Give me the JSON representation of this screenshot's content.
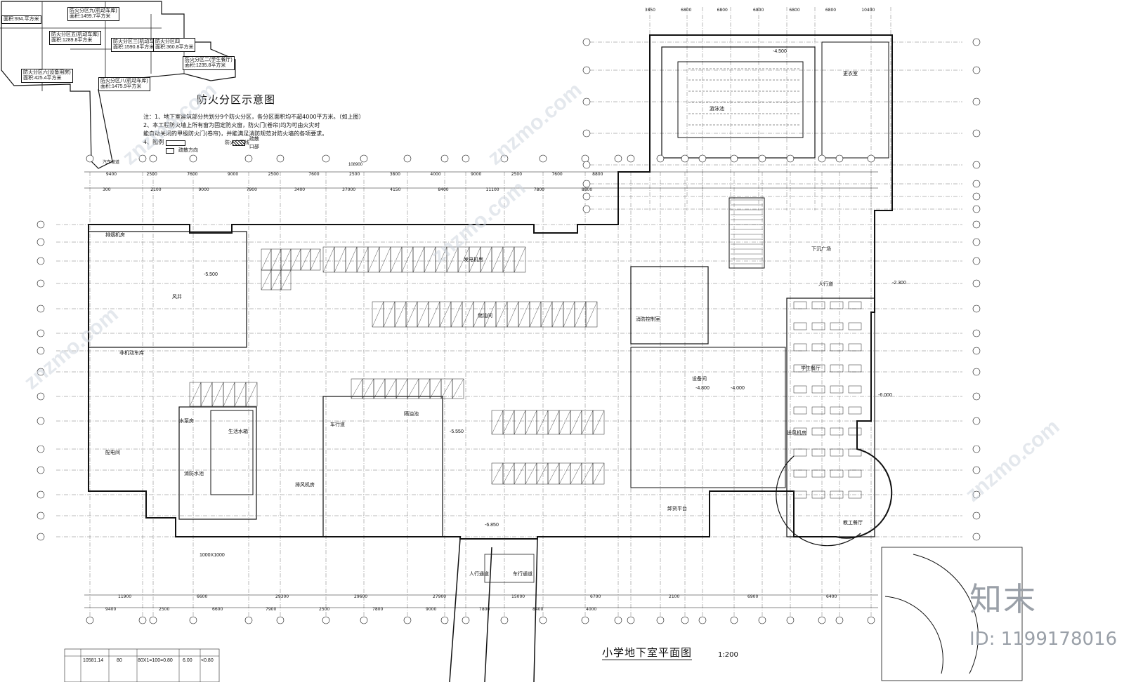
{
  "fire_zone": {
    "title": "防火分区示意图",
    "notes": [
      "注：1、地下室建筑部分共划分9个防火分区，各分区面积均不超4000平方米。（如上图）",
      "2、本工程防火墙上所有窗为固定防火窗，防火门(卷帘)均为可由火灾时",
      "能自动关闭的甲级防火门(卷帘)，并能满足消防规范对防火墙的各项要求。",
      "4、图例"
    ],
    "legend": [
      {
        "label": "防火分区线",
        "style": "box"
      },
      {
        "label": "疏散口部",
        "style": "hatch"
      },
      {
        "label": "疏散方向",
        "style": "arrow"
      }
    ],
    "zones": [
      {
        "label": "防火分区九(机动车库)",
        "area": "面积:1499.7平方米"
      },
      {
        "label": "防火分区五(机动车库)",
        "area": "面积:1289.8平方米"
      },
      {
        "label": "防火分区三(机动车库)",
        "area": "面积:1590.8平方米"
      },
      {
        "label": "防火分区四",
        "area": "面积:360.8平方米"
      },
      {
        "label": "防火分区二(学生餐厅)",
        "area": "面积:1235.8平方米"
      },
      {
        "label": "防火分区六(设备用房)",
        "area": "面积:425.4平方米"
      },
      {
        "label": "防火分区八(机动车库)",
        "area": "面积:1475.9平方米"
      },
      {
        "label": "",
        "area": "面积:934.平方米"
      }
    ],
    "side_label": "汽车坡道"
  },
  "plan": {
    "title": "小学地下室平面图",
    "scale": "1:200",
    "total_dim": "108900",
    "rooms": [
      "排烟机房",
      "配电间",
      "发电机房",
      "储油间",
      "消防控制室",
      "水泵房",
      "消防水池",
      "生活水箱",
      "隔油池",
      "下沉广场",
      "人行道",
      "车行道",
      "非机动车库",
      "学生餐厅",
      "教工餐厅",
      "风井",
      "排风机房",
      "送风机房",
      "卸货平台",
      "人行通道",
      "车行通道",
      "游泳池",
      "更衣室",
      "设备间"
    ],
    "levels": [
      "-5.500",
      "-4.500",
      "-4.800",
      "-4.000",
      "-2.300",
      "-6.850",
      "-5.550",
      "-6.000"
    ],
    "dims_top": [
      "9400",
      "2500",
      "7600",
      "9000",
      "2500",
      "7600",
      "2500",
      "3800",
      "4000",
      "9000",
      "2500",
      "7600",
      "8800"
    ],
    "dims_top2": [
      "300",
      "2100",
      "9000",
      "7900",
      "3400",
      "37000",
      "4150",
      "8400",
      "11100",
      "7800",
      "8800"
    ],
    "dims_bottom": [
      "11900",
      "6600",
      "29300",
      "29600",
      "27900",
      "15000",
      "6700",
      "2100",
      "6900",
      "6400"
    ],
    "dims_bottom2": [
      "9400",
      "2500",
      "6600",
      "7900",
      "2500",
      "7800",
      "9000",
      "7800",
      "8400",
      "4000"
    ],
    "dims_pool": [
      "3850",
      "6800",
      "6800",
      "6800",
      "6800",
      "6800",
      "10400"
    ],
    "small_note": "1000X1000",
    "table_vals": [
      "10581.14",
      "80",
      "80X1=100=0.80",
      "6.00",
      "<0.80"
    ]
  },
  "watermark": "znzmo.com",
  "brand": "知末",
  "brand_id": "ID: 1199178016"
}
